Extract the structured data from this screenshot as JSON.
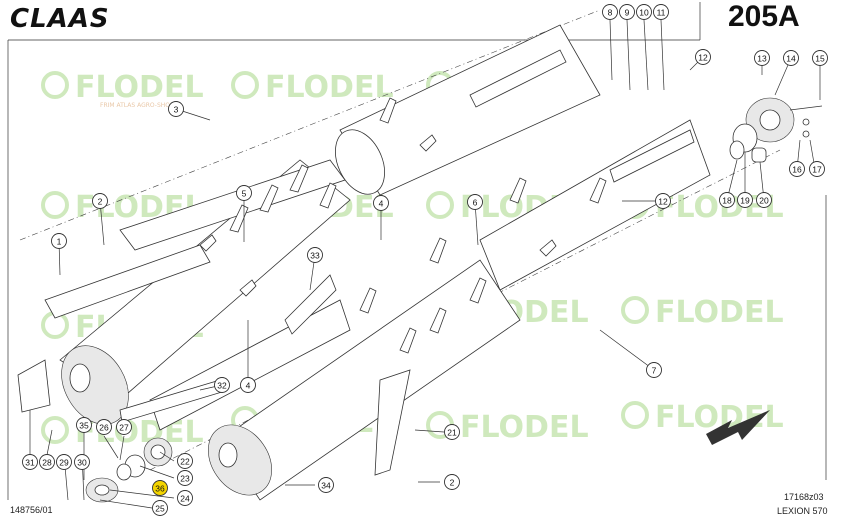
{
  "header": {
    "brand": "CLAAS",
    "page_code": "205A"
  },
  "watermark": {
    "text": "FLODEL",
    "subtitle": "FRIM ATLAS AGRO-SHOP"
  },
  "footer": {
    "left_code": "148756/01",
    "right_code": "17168z03",
    "model": "LEXION 570"
  },
  "callouts": [
    "1",
    "2",
    "3",
    "4",
    "5",
    "6",
    "7",
    "8",
    "9",
    "10",
    "11",
    "12",
    "13",
    "14",
    "15",
    "16",
    "17",
    "18",
    "19",
    "20",
    "21",
    "22",
    "23",
    "24",
    "25",
    "26",
    "27",
    "28",
    "29",
    "30",
    "31",
    "32",
    "33",
    "34",
    "35",
    "36"
  ],
  "highlighted_callout": "36",
  "colors": {
    "highlight": "#f4d500",
    "watermark": "#cfe9bd",
    "line": "#333333"
  }
}
